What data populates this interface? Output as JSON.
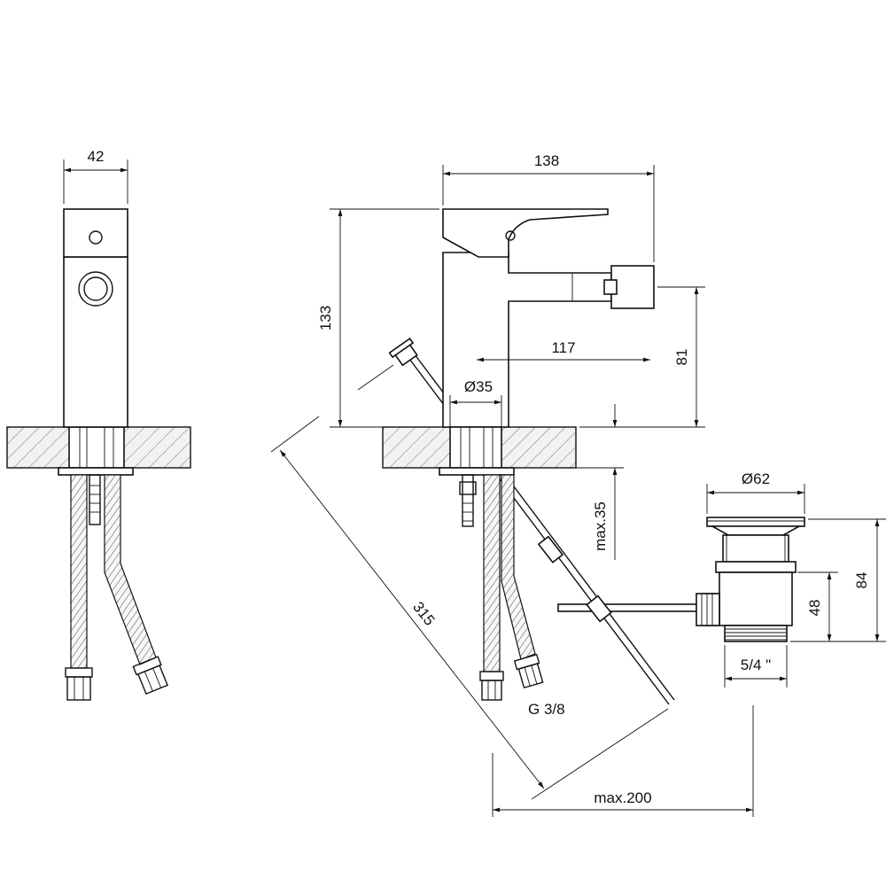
{
  "dimensions": {
    "side_width": "42",
    "width": "138",
    "height": "133",
    "spout_reach": "117",
    "spout_height": "81",
    "base_diameter": "Ø35",
    "rod_length": "315",
    "max_thickness": "max.35",
    "max_distance": "max.200",
    "waste_diameter": "Ø62",
    "waste_height": "84",
    "waste_body_height": "48",
    "waste_thread": "5/4 \"",
    "hose_thread": "G 3/8"
  }
}
